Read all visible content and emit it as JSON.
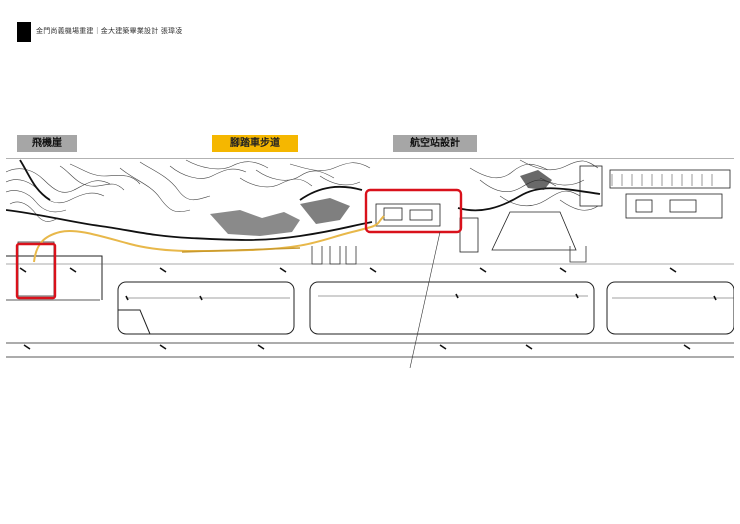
{
  "header": {
    "title": "金門尚義機場重建｜金大建築畢業設計 張瑋凌"
  },
  "labels": {
    "cliff": "飛機崖",
    "bikeway": "腳踏車步道",
    "terminal": "航空站設計"
  },
  "colors": {
    "gray_label": "#a6a6a6",
    "gold_label": "#f5b700",
    "highlight_red": "#d9111b",
    "bike_path": "#e8b84a",
    "line": "#222222"
  }
}
